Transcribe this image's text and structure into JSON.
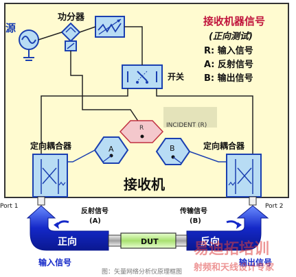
{
  "labels": {
    "source": "源",
    "power_divider": "功分器",
    "switch": "开关",
    "receiver": "接收机",
    "receiver_signal_title": "接收机器信号",
    "forward_test": "(正向测试)",
    "legend_r": "R: 输入信号",
    "legend_a": "A: 反射信号",
    "legend_b": "B: 输出信号",
    "coupler_left": "定向耦合器",
    "coupler_right": "定向耦合器",
    "port_r": "R",
    "port_a": "A",
    "port_b": "B",
    "incident": "INCIDENT (R)",
    "port1": "Port 1",
    "port2": "Port 2",
    "reflected": "反射信号",
    "reflected_sub": "(A)",
    "transmitted": "传输信号",
    "transmitted_sub": "(B)",
    "forward": "正向",
    "reverse": "反向",
    "dut": "DUT",
    "input_signal": "输入信号",
    "output_signal": "输出信号",
    "caption": "图：矢量网络分析仪原理框图",
    "watermark_main": "易迪拓培训",
    "watermark_sub": "射频和天线设计专家"
  },
  "colors": {
    "box_fill": "#fffbd0",
    "box_stroke": "#333333",
    "component_fill": "#b8dcf4",
    "component_stroke": "#1a3fb0",
    "title_red": "#c0143c",
    "arrow_blue": "#1428c8",
    "line_blue": "#1a3fb0",
    "incident_fill": "#f4c8cc",
    "dut_green": "#c8f0a0"
  }
}
